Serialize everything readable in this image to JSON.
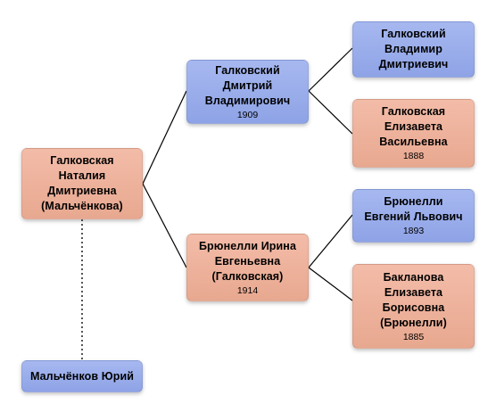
{
  "colors": {
    "male": "#9aaeec",
    "female": "#eeb29c",
    "connector": "#000000"
  },
  "persons": {
    "root": {
      "name": "Галковская\nНаталия\nДмитриевна\n(Мальчёнкова)",
      "year": "",
      "gender": "female"
    },
    "spouse": {
      "name": "Мальчёнков Юрий",
      "year": "",
      "gender": "male"
    },
    "father": {
      "name": "Галковский\nДмитрий\nВладимирович",
      "year": "1909",
      "gender": "male"
    },
    "mother": {
      "name": "Брюнелли Ирина\nЕвгеньевна\n(Галковская)",
      "year": "1914",
      "gender": "female"
    },
    "paternal_grandfather": {
      "name": "Галковский\nВладимир\nДмитриевич",
      "year": "",
      "gender": "male"
    },
    "paternal_grandmother": {
      "name": "Галковская\nЕлизавета\nВасильевна",
      "year": "1888",
      "gender": "female"
    },
    "maternal_grandfather": {
      "name": "Брюнелли\nЕвгений Львович",
      "year": "1893",
      "gender": "male"
    },
    "maternal_grandmother": {
      "name": "Бакланова\nЕлизавета\nБорисовна\n(Брюнелли)",
      "year": "1885",
      "gender": "female"
    }
  }
}
